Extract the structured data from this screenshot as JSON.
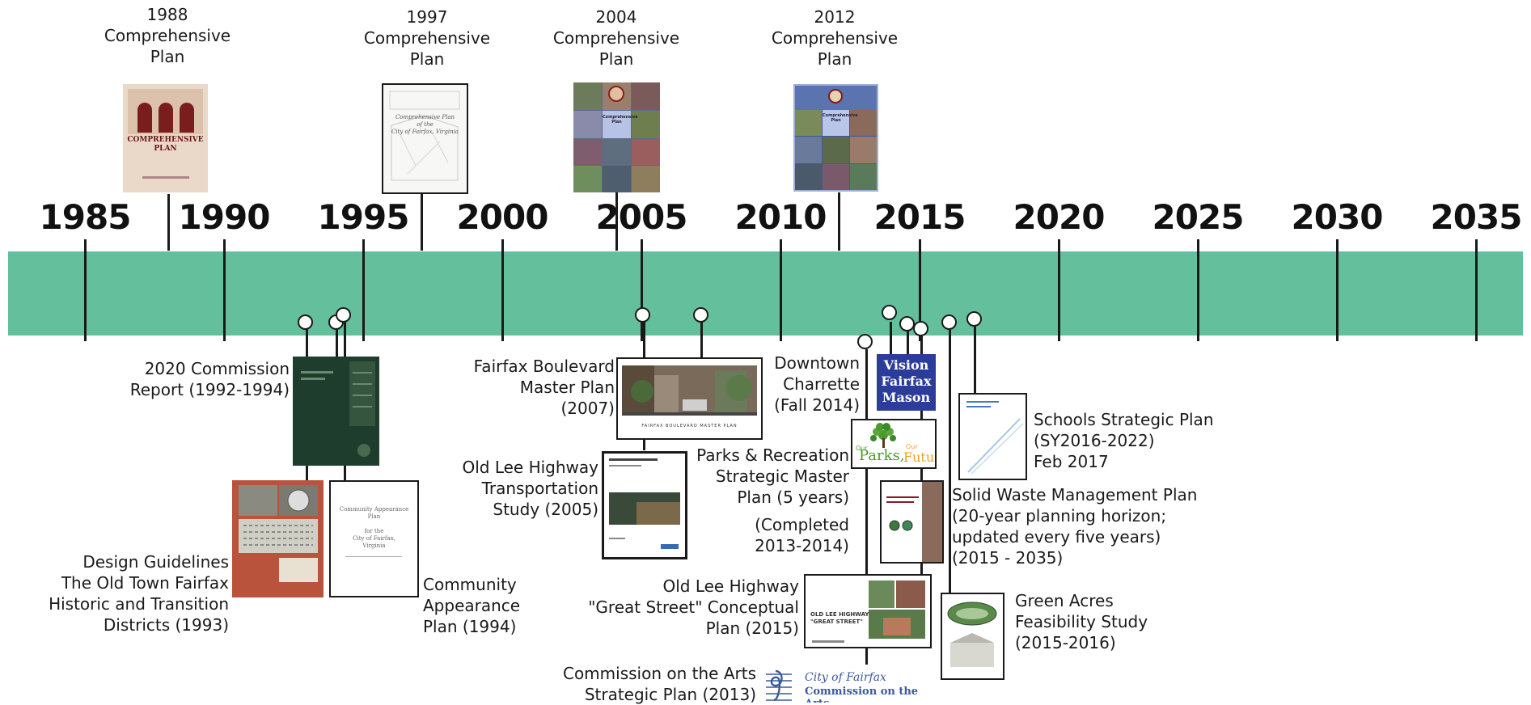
{
  "timeline": {
    "years": [
      "1985",
      "1990",
      "1995",
      "2000",
      "2005",
      "2010",
      "2015",
      "2020",
      "2025",
      "2030",
      "2035"
    ],
    "band_color": "#63bf9c"
  },
  "top_items": [
    {
      "label": "1988\nComprehensive\nPlan"
    },
    {
      "label": "1997\nComprehensive\nPlan"
    },
    {
      "label": "2004\nComprehensive\nPlan"
    },
    {
      "label": "2012\nComprehensive\nPlan"
    }
  ],
  "bottom_items": {
    "commission_2020": "2020 Commission\nReport (1992-1994)",
    "design_guidelines": "Design Guidelines\nThe Old Town Fairfax\nHistoric  and Transition\nDistricts (1993)",
    "community_appearance": "Community\nAppearance\nPlan (1994)",
    "fairfax_boulevard": "Fairfax Boulevard\nMaster Plan\n(2007)",
    "old_lee_transport": "Old Lee Highway\nTransportation\nStudy  (2005)",
    "downtown_charrette": "Downtown\nCharrette\n(Fall 2014)",
    "parks_rec": "Parks & Recreation\nStrategic Master\nPlan (5 years)",
    "parks_rec_completed": "(Completed\n2013-2014)",
    "old_lee_great_street": "Old Lee Highway\n\"Great Street\" Conceptual\nPlan (2015)",
    "commission_arts": "Commission on the Arts\nStrategic Plan  (2013)",
    "schools": "Schools Strategic Plan\n(SY2016-2022)\nFeb 2017",
    "solid_waste": "Solid Waste Management Plan\n(20-year planning horizon;\n updated every five years)\n(2015 - 2035)",
    "green_acres": "Green Acres\nFeasibility Study\n(2015-2016)"
  },
  "thumb_text": {
    "cp1988_title": "COMPREHENSIVE\nPLAN",
    "cp1997_title": "Comprehensive  Plan\nof the\nCity of Fairfax, Virginia",
    "cp2004_title": "Comprehensive\nPlan",
    "cp2012_title": "Comprehensive\nPlan",
    "community_title": "Community Appearance\nPlan\n\nfor the\nCity of Fairfax,\nVirginia",
    "boulevard_caption": "FAIRFAX BOULEVARD MASTER PLAN",
    "vision_logo": "Vision\nFairfax\nMason",
    "parks_our1": "Our",
    "parks_our2": "Our",
    "parks_word": "Parks,",
    "parks_future": "Future",
    "great_street_title": "OLD LEE HIGHWAY\n\"GREAT STREET\"",
    "arts_line1": "City of Fairfax",
    "arts_line2": "Commission on the Arts"
  },
  "colors": {
    "vision_blue": "#2b3c9a",
    "parks_green": "#4a9a2e",
    "parks_orange": "#e8a21f",
    "brick": "#b9533c",
    "dark_green": "#1f3d2c",
    "arts_blue": "#3a5a9c"
  }
}
